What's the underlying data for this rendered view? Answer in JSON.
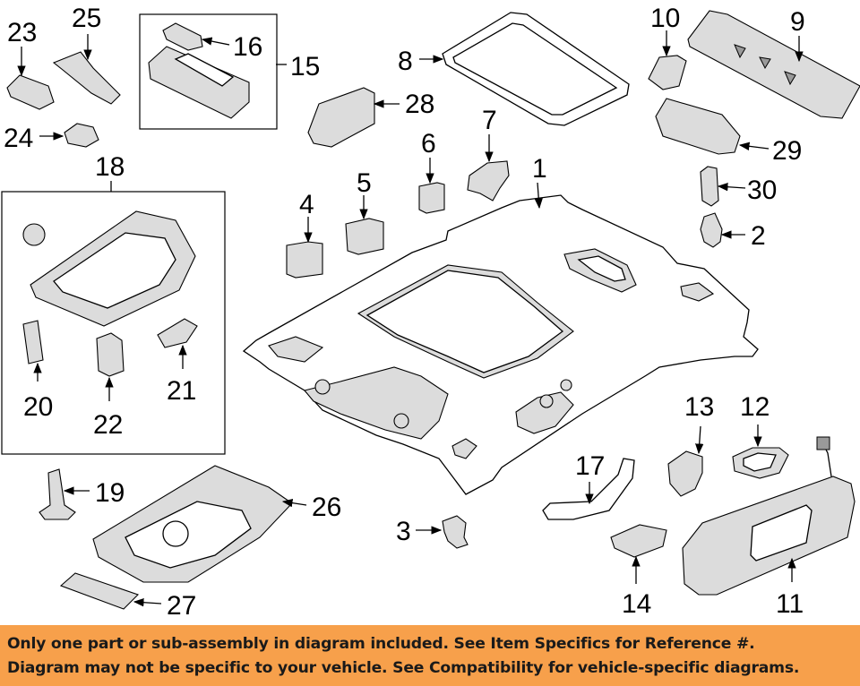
{
  "callouts": {
    "c1": "1",
    "c2": "2",
    "c3": "3",
    "c4": "4",
    "c5": "5",
    "c6": "6",
    "c7": "7",
    "c8": "8",
    "c9": "9",
    "c10": "10",
    "c11": "11",
    "c12": "12",
    "c13": "13",
    "c14": "14",
    "c15": "15",
    "c16": "16",
    "c17": "17",
    "c18": "18",
    "c19": "19",
    "c20": "20",
    "c21": "21",
    "c22": "22",
    "c23": "23",
    "c24": "24",
    "c25": "25",
    "c26": "26",
    "c27": "27",
    "c28": "28",
    "c29": "29",
    "c30": "30"
  },
  "banner": {
    "line1": "Only one part or sub-assembly in diagram included. See Item Specifics for Reference #.",
    "line2": "Diagram may not be specific to your vehicle. See Compatibility for vehicle-specific diagrams.",
    "color": "#f7a04b"
  }
}
